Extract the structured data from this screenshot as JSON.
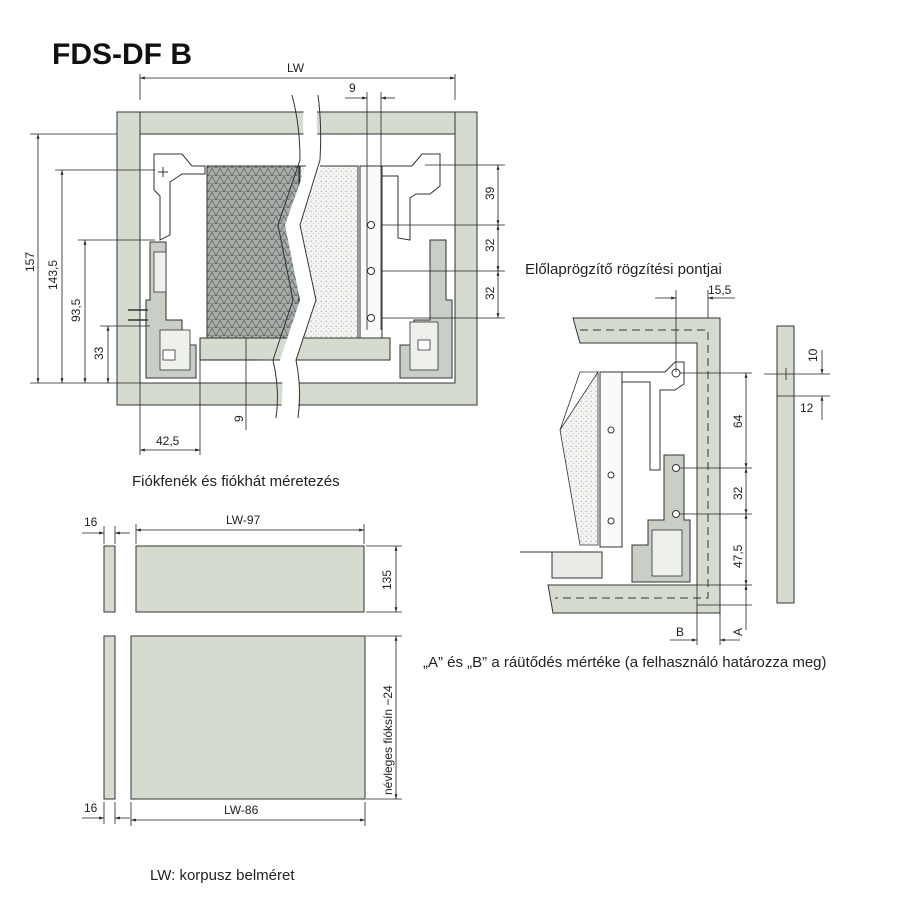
{
  "title": "FDS-DF B",
  "front_view": {
    "width_label": "LW",
    "dim_9_top": "9",
    "dim_39": "39",
    "dim_32_a": "32",
    "dim_32_b": "32",
    "height_157": "157",
    "height_143_5": "143,5",
    "height_93_5": "93,5",
    "height_33": "33",
    "dim_9_bottom": "9",
    "dim_42_5": "42,5"
  },
  "detail_view": {
    "caption": "Előlaprögzítő rögzítési pontjai",
    "dim_15_5": "15,5",
    "dim_64": "64",
    "dim_32": "32",
    "dim_47_5": "47,5",
    "dim_10": "10",
    "dim_12": "12",
    "label_B": "B",
    "label_A": "A",
    "note": "„A” és „B” a ráütődés mértéke (a felhasználó határozza meg)"
  },
  "parts": {
    "caption": "Fiókfenék és fiókhát méretezés",
    "back_thickness": "16",
    "back_width": "LW-97",
    "back_height": "135",
    "bottom_thickness": "16",
    "bottom_width": "LW-86",
    "bottom_depth": "névleges fióksín −24"
  },
  "footnote": "LW: korpusz belméret",
  "colors": {
    "panel": "#d5dccf",
    "stroke": "#333333",
    "mesh": "#8f9690"
  }
}
